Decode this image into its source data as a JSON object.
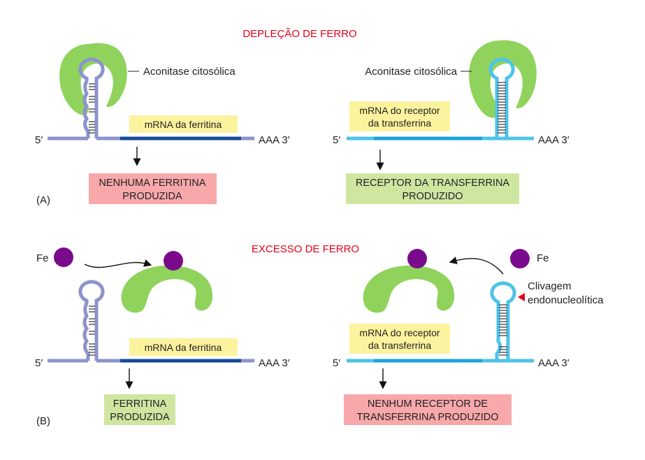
{
  "colors": {
    "header_red": "#e3001b",
    "aconitase_green": "#8fd35c",
    "iron_purple": "#7a0a8c",
    "ferritin_mrna_stem": "#8c93cc",
    "ferritin_coding": "#134a96",
    "transferrin_mrna": "#4ec3e8",
    "transferrin_coding": "#1ba3dc",
    "label_yellow": "#fbf39e",
    "outcome_red": "#f8a8ab",
    "outcome_green": "#cfe6a1",
    "cleavage_marker": "#e3001b"
  },
  "sections": {
    "depletion": {
      "title": "DEPLEÇÃO DE FERRO",
      "panel_tag": "(A)",
      "left": {
        "protein_label": "Aconitase citosólica",
        "mrna_label": "mRNA da ferritina",
        "five_prime": "5′",
        "three_prime": "AAA 3′",
        "outcome": [
          "NENHUMA FERRITINA",
          "PRODUZIDA"
        ]
      },
      "right": {
        "protein_label": "Aconitase citosólica",
        "mrna_label": [
          "mRNA do receptor",
          "da transferrina"
        ],
        "five_prime": "5′",
        "three_prime": "AAA 3′",
        "outcome": [
          "RECEPTOR DA TRANSFERRINA",
          "PRODUZIDO"
        ]
      }
    },
    "excess": {
      "title": "EXCESSO DE FERRO",
      "panel_tag": "(B)",
      "left": {
        "iron_label": "Fe",
        "mrna_label": "mRNA da ferritina",
        "five_prime": "5′",
        "three_prime": "AAA 3′",
        "outcome": [
          "FERRITINA",
          "PRODUZIDA"
        ]
      },
      "right": {
        "iron_label": "Fe",
        "cleavage_label": [
          "Clivagem",
          "endonucleolítica"
        ],
        "mrna_label": [
          "mRNA do receptor",
          "da transferrina"
        ],
        "five_prime": "5′",
        "three_prime": "AAA 3′",
        "outcome": [
          "NENHUM RECEPTOR DE",
          "TRANSFERRINA PRODUZIDO"
        ]
      }
    }
  }
}
